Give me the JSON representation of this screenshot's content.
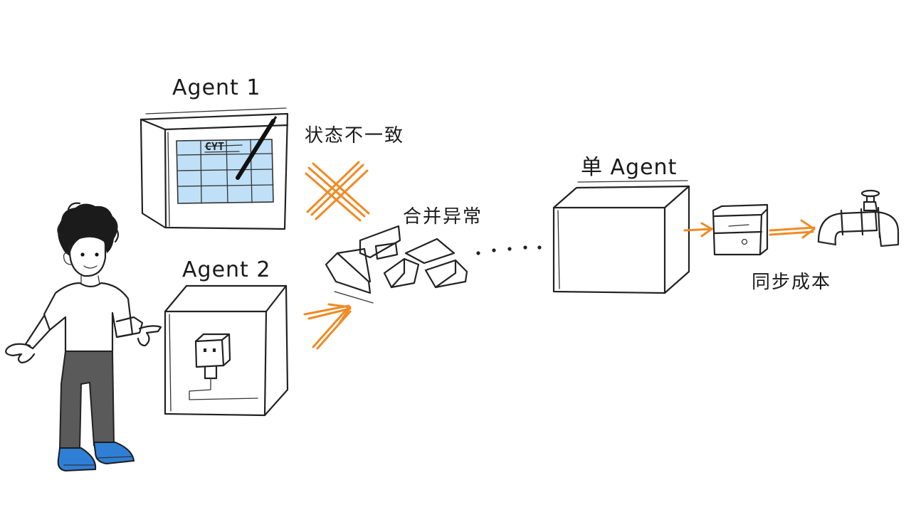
{
  "labels": {
    "agent1": "Agent 1",
    "agent2": "Agent 2",
    "state_inconsistent": "状态不一致",
    "merge_exception": "合并异常",
    "single_agent": "单 Agent",
    "sync_cost": "同步成本",
    "sheet_text": "CYT"
  },
  "colors": {
    "accent": "#f08a24",
    "ink": "#222222",
    "sheet_fill": "#bfe0f7",
    "shoe": "#2f7fd6",
    "pants": "#5a5a5a"
  },
  "icons": [
    "person",
    "spreadsheet-box-icon",
    "device-box-icon",
    "x-cross-icon",
    "broken-pieces-icon",
    "cube-icon",
    "drawer-icon",
    "pipe-valve-icon"
  ]
}
